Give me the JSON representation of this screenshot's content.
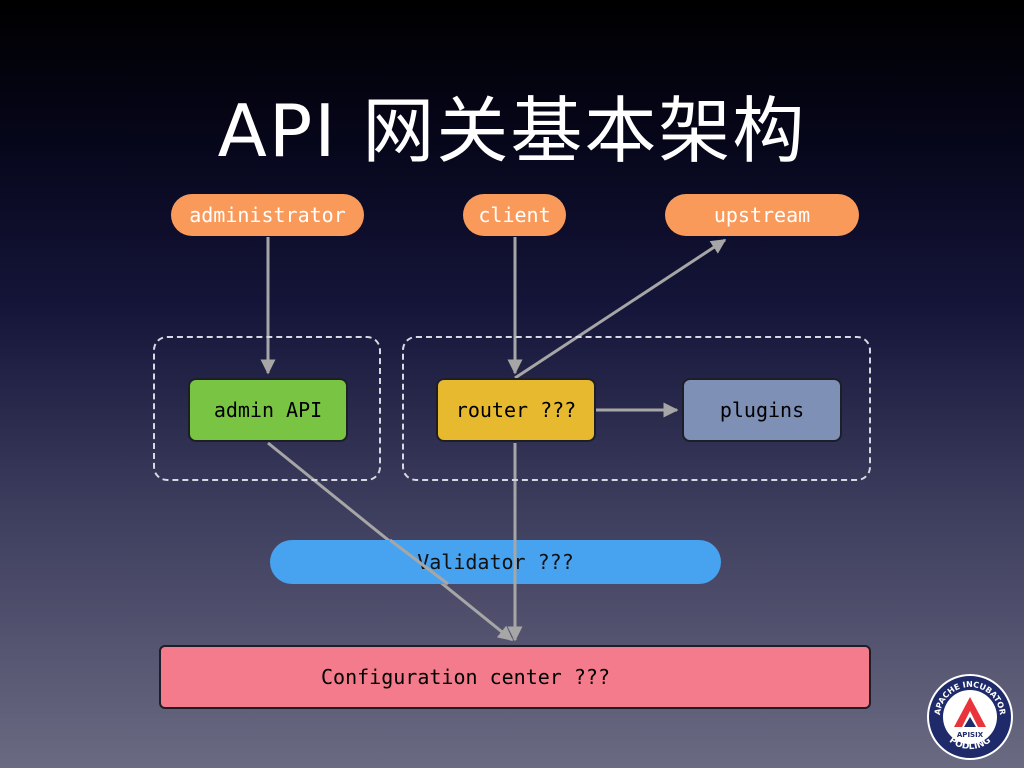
{
  "title": "API 网关基本架构",
  "nodes": {
    "administrator": "administrator",
    "client": "client",
    "upstream": "upstream",
    "admin_api": "admin API",
    "router": "router ???",
    "plugins": "plugins",
    "validator": "Validator ???",
    "config_center": "Configuration center ???"
  },
  "badge": {
    "top_text": "APACHE INCUBATOR",
    "bottom_text": "PODLING",
    "logo_text": "APISIX"
  },
  "colors": {
    "pill": "#f99a5b",
    "admin_api": "#79c443",
    "router": "#e6b92e",
    "plugins": "#7e90b6",
    "validator": "#47a3ef",
    "config_center": "#f37b8c",
    "arrow": "#a6a6a6"
  }
}
